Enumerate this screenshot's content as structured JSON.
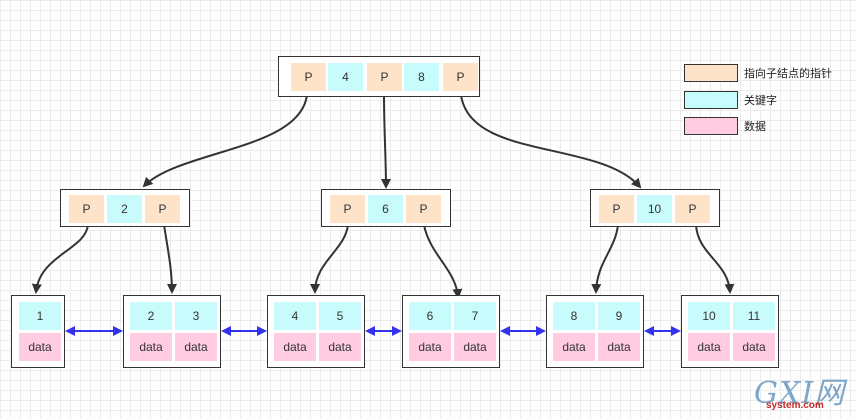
{
  "legend": [
    {
      "label": "指向子结点的指针",
      "color": "#ffe3c9"
    },
    {
      "label": "关键字",
      "color": "#c8fbfb"
    },
    {
      "label": "数据",
      "color": "#ffcce2"
    }
  ],
  "colors": {
    "pointer": "#ffe3c9",
    "key": "#c8fbfb",
    "data": "#ffcce2",
    "edge": "#333333",
    "leaf_link": "#3333ee"
  },
  "tree": {
    "root": {
      "cells": [
        "P",
        "4",
        "P",
        "8",
        "P"
      ]
    },
    "internal": [
      {
        "cells": [
          "P",
          "2",
          "P"
        ]
      },
      {
        "cells": [
          "P",
          "6",
          "P"
        ]
      },
      {
        "cells": [
          "P",
          "10",
          "P"
        ]
      }
    ],
    "leaves": [
      {
        "keys": [
          "1"
        ],
        "data": [
          "data"
        ]
      },
      {
        "keys": [
          "2",
          "3"
        ],
        "data": [
          "data",
          "data"
        ]
      },
      {
        "keys": [
          "4",
          "5"
        ],
        "data": [
          "data",
          "data"
        ]
      },
      {
        "keys": [
          "6",
          "7"
        ],
        "data": [
          "data",
          "data"
        ]
      },
      {
        "keys": [
          "8",
          "9"
        ],
        "data": [
          "data",
          "data"
        ]
      },
      {
        "keys": [
          "10",
          "11"
        ],
        "data": [
          "data",
          "data"
        ]
      }
    ]
  },
  "watermark": {
    "main": "GXI网",
    "sub": "system.com"
  }
}
